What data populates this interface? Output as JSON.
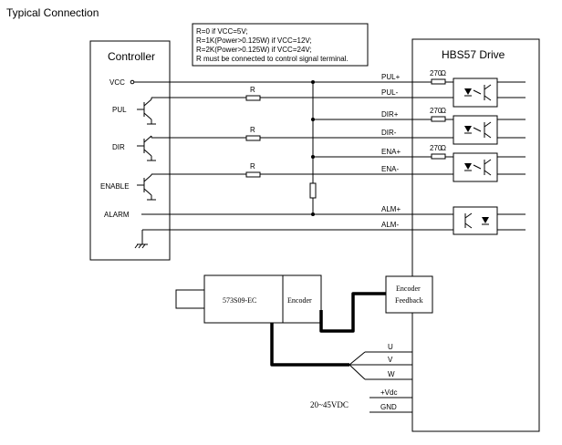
{
  "title": "Typical Connection",
  "note": {
    "lines": [
      "R=0 if VCC=5V;",
      "R=1K(Power>0.125W) if VCC=12V;",
      "R=2K(Power>0.125W) if VCC=24V;",
      "R must be connected to control signal terminal."
    ]
  },
  "controller": {
    "title": "Controller",
    "pins": [
      "VCC",
      "PUL",
      "DIR",
      "ENABLE",
      "ALARM"
    ]
  },
  "drive": {
    "title": "HBS57 Drive",
    "signals": [
      "PUL+",
      "PUL-",
      "DIR+",
      "DIR-",
      "ENA+",
      "ENA-",
      "ALM+",
      "ALM-"
    ],
    "resistor_label": "270",
    "phases": [
      "U",
      "V",
      "W"
    ],
    "power_pins": [
      "+Vdc",
      "GND"
    ]
  },
  "resistor_label": "R",
  "motor": {
    "model": "573S09-EC",
    "encoder": "Encoder"
  },
  "encoder_feedback": {
    "line1": "Encoder",
    "line2": "Feedback"
  },
  "power_supply": "20~45VDC",
  "ohm_symbol": "Ω"
}
